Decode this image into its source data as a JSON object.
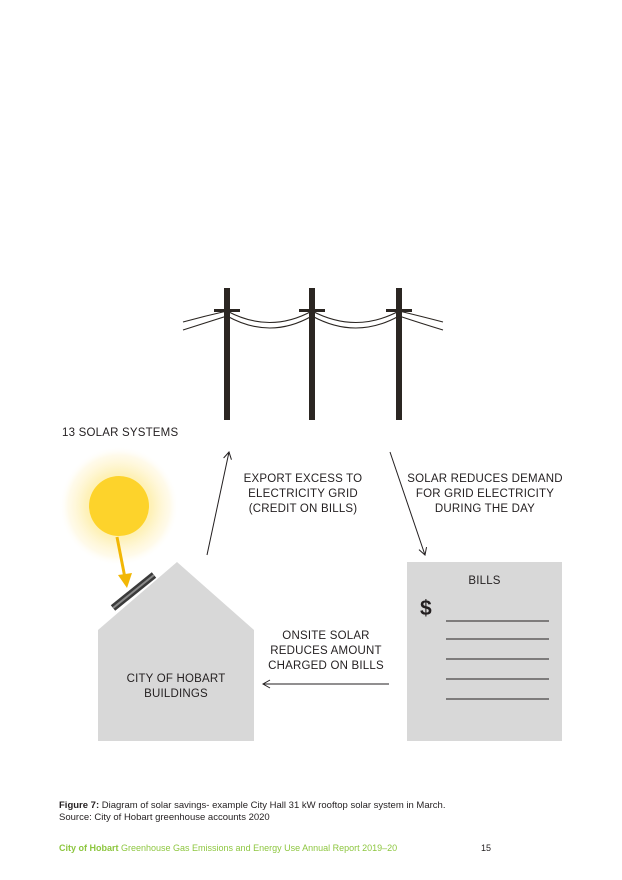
{
  "diagram": {
    "solar_title": "13 SOLAR SYSTEMS",
    "export_label": "EXPORT EXCESS TO\nELECTRICITY GRID\n(CREDIT ON BILLS)",
    "demand_label": "SOLAR REDUCES DEMAND\nFOR GRID ELECTRICITY\nDURING THE DAY",
    "onsite_label": "ONSITE SOLAR\nREDUCES AMOUNT\nCHARGED ON BILLS",
    "building_label": "CITY OF HOBART\nBUILDINGS",
    "bills_title": "BILLS",
    "bills_symbol": "$"
  },
  "caption": {
    "figure_label": "Figure 7:",
    "text": " Diagram of solar savings- example City Hall 31 kW rooftop solar system in March.",
    "source": "Source: City of Hobart greenhouse accounts 2020"
  },
  "footer": {
    "org": "City of Hobart",
    "report": " Greenhouse Gas Emissions and Energy Use Annual Report 2019–20",
    "page": "15"
  },
  "colors": {
    "sun": "#fdd32b",
    "sun_glow": "#fde57a",
    "shape_fill": "#d8d8d8",
    "poles": "#2b2622",
    "footer_green": "#8dc63f"
  },
  "icons": [
    "sun-icon",
    "power-pole-icon",
    "solar-panel-icon",
    "house-icon",
    "bill-document-icon"
  ]
}
